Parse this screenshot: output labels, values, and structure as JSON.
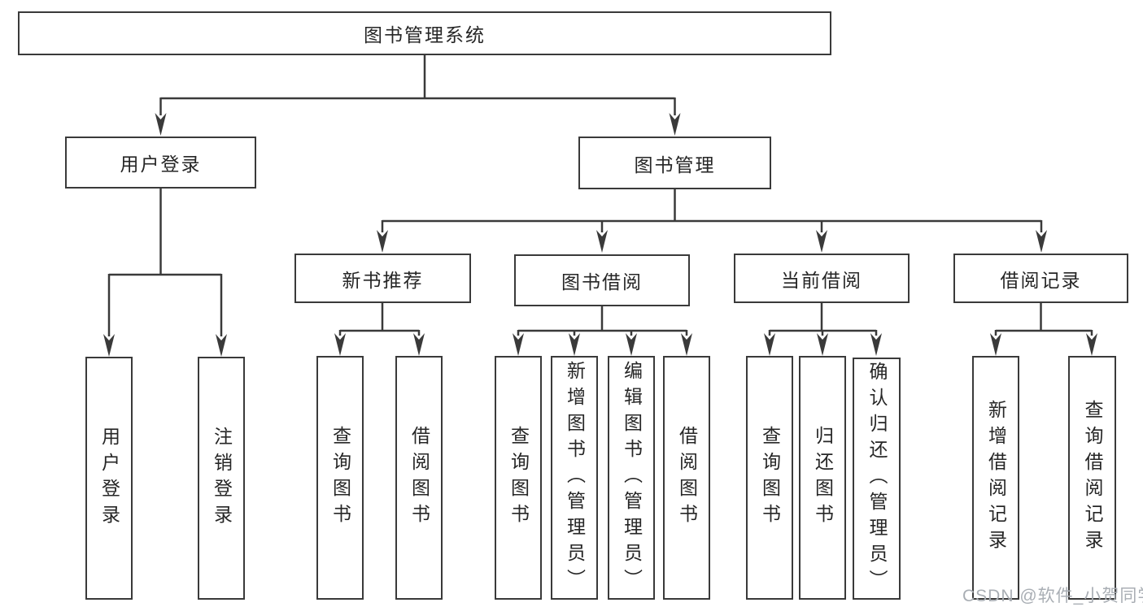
{
  "tree": {
    "root": {
      "label": "图书管理系统"
    },
    "children": [
      {
        "label": "用户登录",
        "children": [
          {
            "label": "用户登录"
          },
          {
            "label": "注销登录"
          }
        ]
      },
      {
        "label": "图书管理",
        "children": [
          {
            "label": "新书推荐",
            "children": [
              {
                "label": "查询图书"
              },
              {
                "label": "借阅图书"
              }
            ]
          },
          {
            "label": "图书借阅",
            "children": [
              {
                "label": "查询图书"
              },
              {
                "label": "新增图书（管理员）"
              },
              {
                "label": "编辑图书（管理员）"
              },
              {
                "label": "借阅图书"
              }
            ]
          },
          {
            "label": "当前借阅",
            "children": [
              {
                "label": "查询图书"
              },
              {
                "label": "归还图书"
              },
              {
                "label": "确认归还（管理员）"
              }
            ]
          },
          {
            "label": "借阅记录",
            "children": [
              {
                "label": "新增借阅记录"
              },
              {
                "label": "查询借阅记录"
              }
            ]
          }
        ]
      }
    ]
  },
  "watermark": "CSDN @软件_小贺同学",
  "colors": {
    "line": "#3a3a3a",
    "box-border": "#3a3a3a",
    "text": "#262626",
    "watermark": "#a9aeb4",
    "background": "#ffffff"
  }
}
